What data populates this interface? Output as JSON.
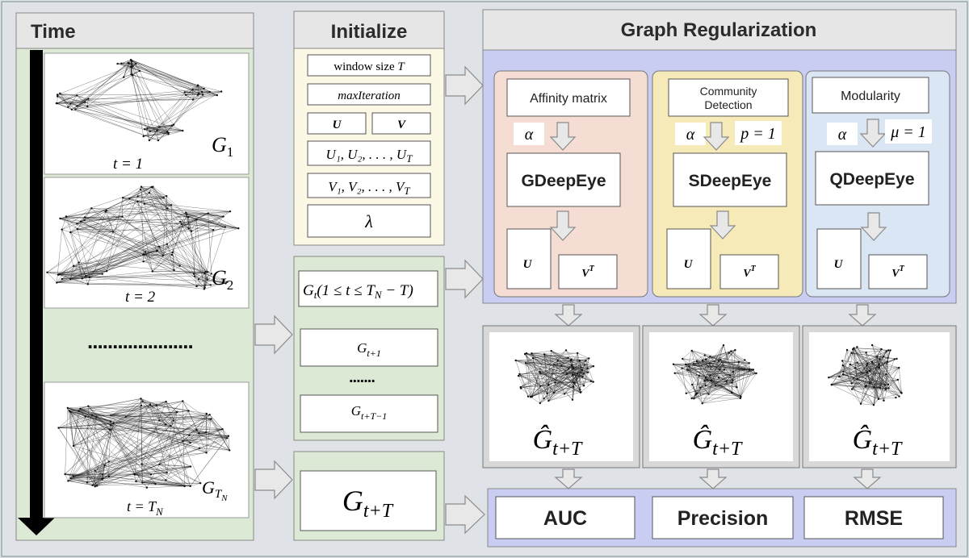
{
  "colors": {
    "background": "#dfe3e8",
    "time_panel": "#dce9d4",
    "init_panel": "#fbf8e6",
    "series_panel": "#dce9d4",
    "regularization_panel": "#c9cdf2",
    "affinity_box": "#f6ddd3",
    "community_box": "#f5eab8",
    "modularity_box": "#dbe6f4",
    "header": "#e6e6e6",
    "arrow_fill": "#e8e8e8",
    "arrow_stroke": "#8a8a8a"
  },
  "time": {
    "header": "Time",
    "graphs": [
      {
        "name": "G",
        "sub": "1",
        "t_label": "t = 1"
      },
      {
        "name": "G",
        "sub": "2",
        "t_label": "t = 2"
      },
      {
        "name": "G",
        "sub": "T",
        "subsub": "N",
        "t_label_main": "t = T",
        "t_label_sub": "N"
      }
    ],
    "dots": "....................."
  },
  "initialize": {
    "header": "Initialize",
    "items": [
      {
        "text": "window size ",
        "var": "T"
      },
      {
        "text": "maxIteration"
      },
      {
        "text": "U"
      },
      {
        "text": "V"
      },
      {
        "text": "U₁, U₂, . . . , U",
        "var": "T"
      },
      {
        "text": "V₁, V₂, . . . , V",
        "var": "T"
      },
      {
        "text": "λ"
      }
    ]
  },
  "series": {
    "g_range": {
      "base": "G",
      "sub": "t",
      "cond": "(1 ≤ t ≤ T",
      "cond_sub": "N",
      "cond_end": " − T)"
    },
    "g_next": {
      "base": "G",
      "sub": "t+1"
    },
    "dots": ".......",
    "g_last": {
      "base": "G",
      "sub": "t+T−1"
    },
    "g_target": {
      "base": "G",
      "sub": "t+T"
    }
  },
  "regularization": {
    "header": "Graph Regularization",
    "methods": [
      {
        "label": "Affinity matrix",
        "alpha": "α",
        "param": "",
        "model": "GDeepEye",
        "u": "U",
        "vt": "V",
        "vt_sup": "T"
      },
      {
        "label_line1": "Community",
        "label_line2": "Detection",
        "alpha": "α",
        "param": "p = 1",
        "model": "SDeepEye",
        "u": "U",
        "vt": "V",
        "vt_sup": "T"
      },
      {
        "label": "Modularity",
        "alpha": "α",
        "param": "μ = 1",
        "model": "QDeepEye",
        "u": "U",
        "vt": "V",
        "vt_sup": "T"
      }
    ],
    "predicted": {
      "base": "Ĝ",
      "sub": "t+T"
    }
  },
  "metrics": [
    "AUC",
    "Precision",
    "RMSE"
  ]
}
